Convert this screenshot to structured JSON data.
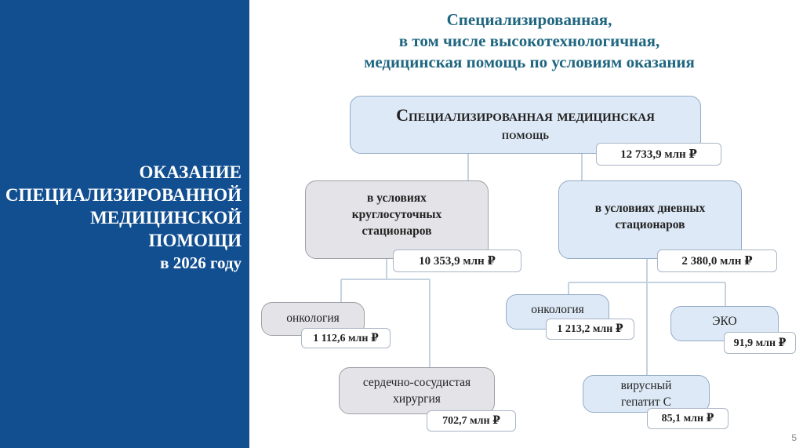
{
  "sidebar": {
    "title_lines": [
      "ОКАЗАНИЕ",
      "СПЕЦИАЛИЗИРОВАННОЙ",
      "МЕДИЦИНСКОЙ",
      "ПОМОЩИ"
    ],
    "year_line": "в 2026 году"
  },
  "header": {
    "title_lines": [
      "Специализированная,",
      "в том числе высокотехнологичная,",
      "медицинская помощь по условиям оказания"
    ]
  },
  "diagram": {
    "root": {
      "label_lines": [
        "Специализированная медицинская",
        "помощь"
      ],
      "amount": "12 733,9 млн ₽"
    },
    "round_clock": {
      "label_lines": [
        "в условиях",
        "круглосуточных",
        "стационаров"
      ],
      "amount": "10 353,9 млн ₽"
    },
    "day": {
      "label_lines": [
        "в условиях дневных",
        "стационаров"
      ],
      "amount": "2 380,0 млн ₽"
    },
    "rc_oncology": {
      "label": "онкология",
      "amount": "1 112,6 млн ₽"
    },
    "rc_cardio": {
      "label_lines": [
        "сердечно-сосудистая",
        "хирургия"
      ],
      "amount": "702,7 млн ₽"
    },
    "day_oncology": {
      "label": "онкология",
      "amount": "1 213,2 млн ₽"
    },
    "day_eco": {
      "label": "ЭКО",
      "amount": "91,9 млн ₽"
    },
    "day_hepatitis": {
      "label_lines": [
        "вирусный",
        "гепатит С"
      ],
      "amount": "85,1 млн ₽"
    }
  },
  "page_number": "5",
  "colors": {
    "sidebar": "#124f91",
    "title": "#1f6680",
    "blue_box": "#dde9f6",
    "grey_box": "#e4e3e8",
    "connector": "#c5d3e0"
  }
}
